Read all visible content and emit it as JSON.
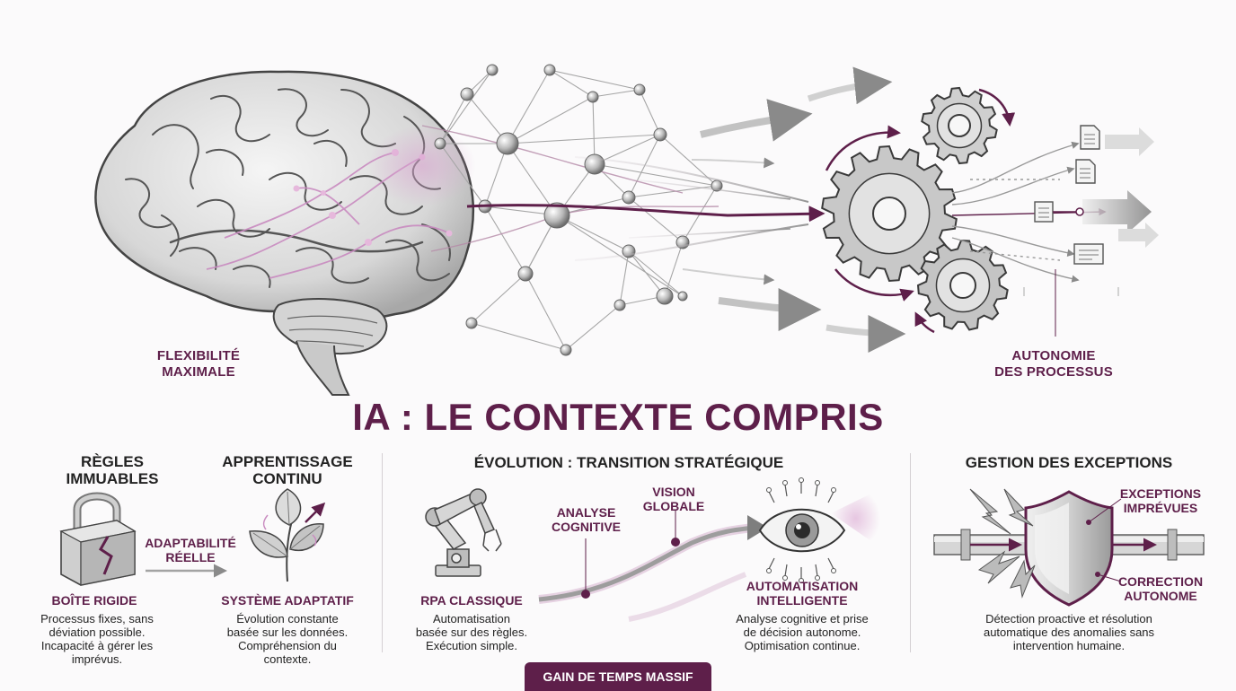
{
  "hero": {
    "left_label": [
      "FLEXIBILITÉ",
      "MAXIMALE"
    ],
    "right_label": [
      "AUTONOMIE",
      "DES PROCESSUS"
    ],
    "title": "IA : LE CONTEXTE COMPRIS"
  },
  "left_panel": {
    "rules_title": [
      "RÈGLES",
      "IMMUABLES"
    ],
    "learning_title": [
      "APPRENTISSAGE",
      "CONTINU"
    ],
    "arrow_label": [
      "ADAPTABILITÉ",
      "RÉELLE"
    ],
    "rigid_subtitle": "BOÎTE RIGIDE",
    "rigid_desc": [
      "Processus fixes, sans",
      "déviation possible.",
      "Incapacité à gérer les",
      "imprévus."
    ],
    "adaptive_subtitle": "SYSTÈME ADAPTATIF",
    "adaptive_desc": [
      "Évolution constante",
      "basée sur les données.",
      "Compréhension du",
      "contexte."
    ]
  },
  "middle_panel": {
    "title": "ÉVOLUTION : TRANSITION STRATÉGIQUE",
    "analyse_label": [
      "ANALYSE",
      "COGNITIVE"
    ],
    "vision_label": [
      "VISION",
      "GLOBALE"
    ],
    "rpa_subtitle": "RPA CLASSIQUE",
    "rpa_desc": [
      "Automatisation",
      "basée sur des règles.",
      "Exécution simple."
    ],
    "ai_subtitle": [
      "AUTOMATISATION",
      "INTELLIGENTE"
    ],
    "ai_desc": [
      "Analyse cognitive et prise",
      "de décision autonome.",
      "Optimisation continue."
    ]
  },
  "right_panel": {
    "title": "GESTION DES EXCEPTIONS",
    "exceptions_label": [
      "EXCEPTIONS",
      "IMPRÉVUES"
    ],
    "correction_label": [
      "CORRECTION",
      "AUTONOME"
    ],
    "desc": [
      "Détection proactive et résolution",
      "automatique des anomalies sans",
      "intervention humaine."
    ]
  },
  "badge": "GAIN DE TEMPS MASSIF",
  "colors": {
    "accent": "#5e1f4a",
    "glow": "#c98bc0",
    "gray": "#8e8e8e"
  }
}
